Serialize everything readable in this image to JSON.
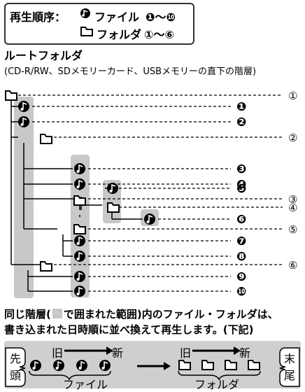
{
  "legend": {
    "label": "再生順序：",
    "file_label": "ファイル",
    "file_range": "❶〜❿",
    "folder_label": "フォルダ",
    "folder_range": "①〜⑥"
  },
  "root": {
    "title": "ルートフォルダ",
    "subtitle": "(CD-R/RW、SDメモリーカード、USBメモリーの直下の階層)"
  },
  "folder_numbers": [
    "①",
    "②",
    "③",
    "④",
    "⑤",
    "⑥"
  ],
  "file_numbers": [
    "❶",
    "❷",
    "❸",
    "❹",
    "❺",
    "❻",
    "❼",
    "❽",
    "❾",
    "❿"
  ],
  "note": {
    "line1_before": "同じ階層(",
    "line1_after": "で囲まれた範囲)内のファイル・フォルダは、",
    "line2": "書き込まれた日時順に並べ換えて再生します。(下記)"
  },
  "order": {
    "start": "先頭",
    "end": "末尾",
    "old": "旧",
    "new": "新",
    "files_caption": "ファイル",
    "folders_caption": "フォルダ"
  },
  "colors": {
    "shade": "#c8c8c8",
    "line": "#000000",
    "bottom_band": "#cfcfcf"
  }
}
